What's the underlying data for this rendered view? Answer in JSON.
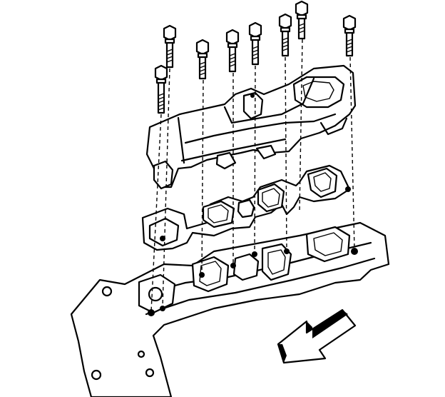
{
  "figure": {
    "label_text": "",
    "bolt_count": 8,
    "components": [
      "bolt",
      "intake-manifold",
      "manifold-gasket",
      "cylinder-head"
    ],
    "indicator": "front-direction-arrow",
    "colors": {
      "line": "#000000",
      "paper": "#ffffff"
    }
  }
}
